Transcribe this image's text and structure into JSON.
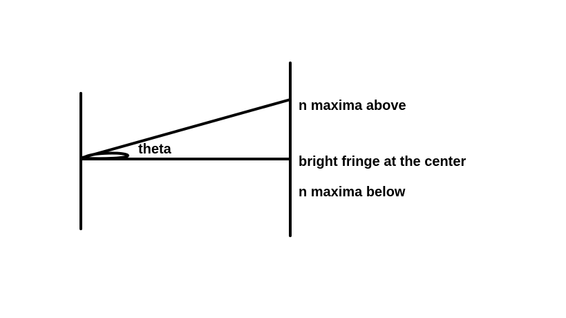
{
  "labels": {
    "angle": "theta",
    "upper": "n maxima above",
    "center": "bright fringe at the center",
    "lower": "n maxima below"
  },
  "colors": {
    "ink": "#000000",
    "background": "#ffffff"
  }
}
